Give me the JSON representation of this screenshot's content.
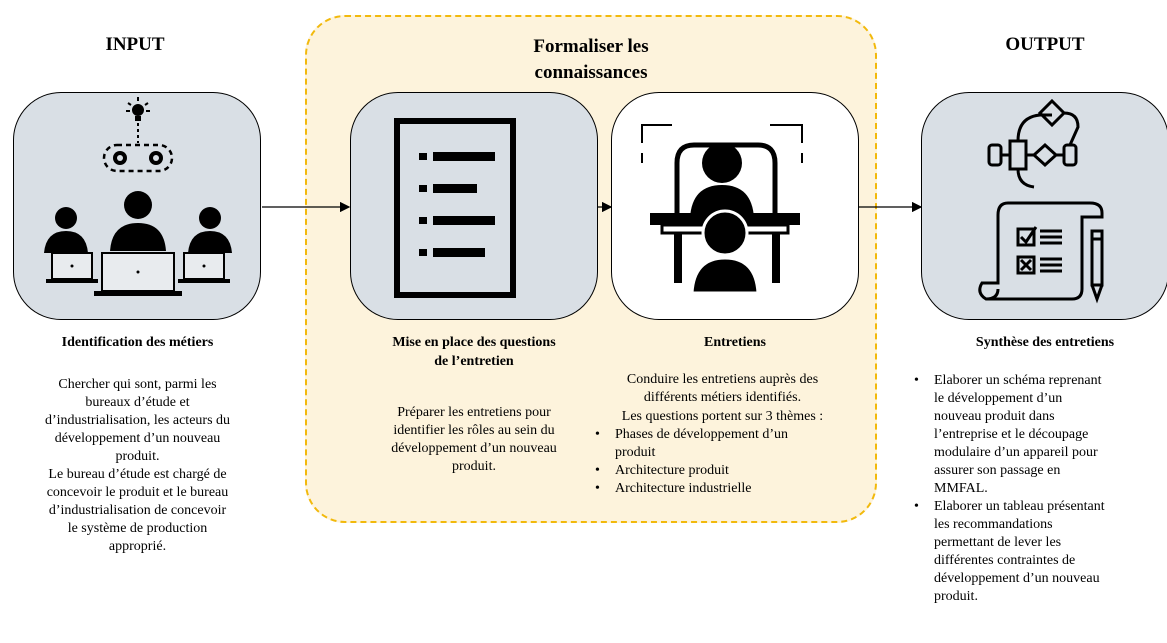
{
  "headers": {
    "input": "INPUT",
    "middle_line1": "Formaliser les",
    "middle_line2": "connaissances",
    "output": "OUTPUT"
  },
  "steps": [
    {
      "title": "Identification des métiers",
      "icon": "team-idea-icon",
      "desc_lines": [
        "Chercher qui sont, parmi les",
        "bureaux d’étude et",
        "d’industrialisation, les acteurs du",
        "développement d’un nouveau",
        "produit.",
        "Le bureau d’étude est chargé de",
        "concevoir le produit et le bureau",
        "d’industrialisation de concevoir",
        "le système de production",
        "approprié."
      ]
    },
    {
      "title_line1": "Mise en place des questions",
      "title_line2": "de l’entretien",
      "icon": "document-list-icon",
      "desc_lines": [
        "Préparer les entretiens pour",
        "identifier les rôles au sein du",
        "développement d’un nouveau",
        "produit."
      ]
    },
    {
      "title": "Entretiens",
      "icon": "interview-icon",
      "intro_lines": [
        "Conduire les entretiens auprès des",
        "différents métiers identifiés.",
        "Les questions portent sur 3 thèmes :"
      ],
      "bullets": [
        [
          "Phases de développement d’un",
          "produit"
        ],
        [
          "Architecture produit"
        ],
        [
          "Architecture industrielle"
        ]
      ]
    },
    {
      "title": "Synthèse des entretiens",
      "icon": "flowchart-checklist-icon",
      "bullets": [
        [
          "Elaborer un schéma reprenant",
          "le développement d’un",
          "nouveau produit dans",
          "l’entreprise et le découpage",
          "modulaire d’un appareil pour",
          "assurer son passage en",
          "MMFAL."
        ],
        [
          "Elaborer un tableau présentant",
          "les recommandations",
          "permettant de lever les",
          "différentes contraintes de",
          "développement d’un nouveau",
          "produit."
        ]
      ]
    }
  ],
  "colors": {
    "icon_box_fill": "#d9dfe5",
    "icon_box_white": "#ffffff",
    "phase_fill": "#fdf3dc",
    "phase_border": "#f2b90c"
  }
}
